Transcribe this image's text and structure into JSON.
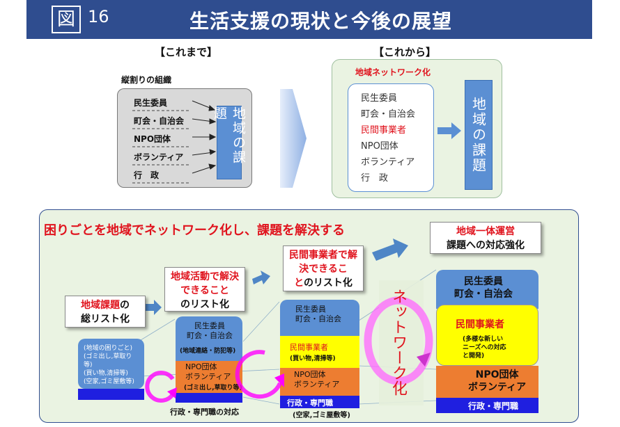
{
  "header": {
    "fig_label": "図",
    "fig_number": "16",
    "title": "生活支援の現状と今後の展望"
  },
  "left_panel": {
    "heading": "【これまで】",
    "subheading": "縦割りの組織",
    "items": [
      "民生委員",
      "町会・自治会",
      "NPO団体",
      "ボランティア",
      "行　政"
    ],
    "issue_box": "地域の課題"
  },
  "right_panel": {
    "heading": "【これから】",
    "subheading": "地域ネットワーク化",
    "items": [
      "民生委員",
      "町会・自治会",
      "民間事業者",
      "NPO団体",
      "ボランティア",
      "行　政"
    ],
    "issue_box": "地域の課題"
  },
  "bottom": {
    "headline": "困りごとを地域でネットワーク化し、課題を解決する",
    "step1": {
      "line1": "地域課題",
      "line1b": "の",
      "line2": "総リスト化"
    },
    "step2": {
      "red": "地域活動で解決できること",
      "black": "のリスト化"
    },
    "step3": {
      "red": "民間事業者で解決できるこ",
      "red2": "と",
      "black": "のリスト化"
    },
    "step4": {
      "red": "地域一体運営",
      "black": "課題への対応強化"
    },
    "col1": {
      "text": "(地域の困りごと)\n(ゴミ出し,草取り等)\n(買い物,清掃等)\n(空家,ゴミ屋敷等)"
    },
    "col2": {
      "top": "民生委員\n町会・自治会",
      "top_note": "(地域連絡・防犯等)",
      "mid": "NPO団体\nボランティア",
      "mid_note": "(ゴミ出し,草取り等)",
      "bottom_label": "行政・専門職の対応"
    },
    "col3": {
      "top": "民生委員\n町会・自治会",
      "mid": "民間事業者",
      "mid_note": "(買い物,清掃等)",
      "low": "NPO団体\nボランティア",
      "bottom": "行政・専門職",
      "bottom_note": "(空家,ゴミ屋敷等)"
    },
    "col4": {
      "top": "民生委員\n町会・自治会",
      "mid": "民間事業者",
      "mid_note": "(多様な新しい\nニーズへの対応\nと開発)",
      "low": "NPO団体\nボランティア",
      "bottom": "行政・専門職"
    },
    "network_label": "ネットワーク化"
  }
}
